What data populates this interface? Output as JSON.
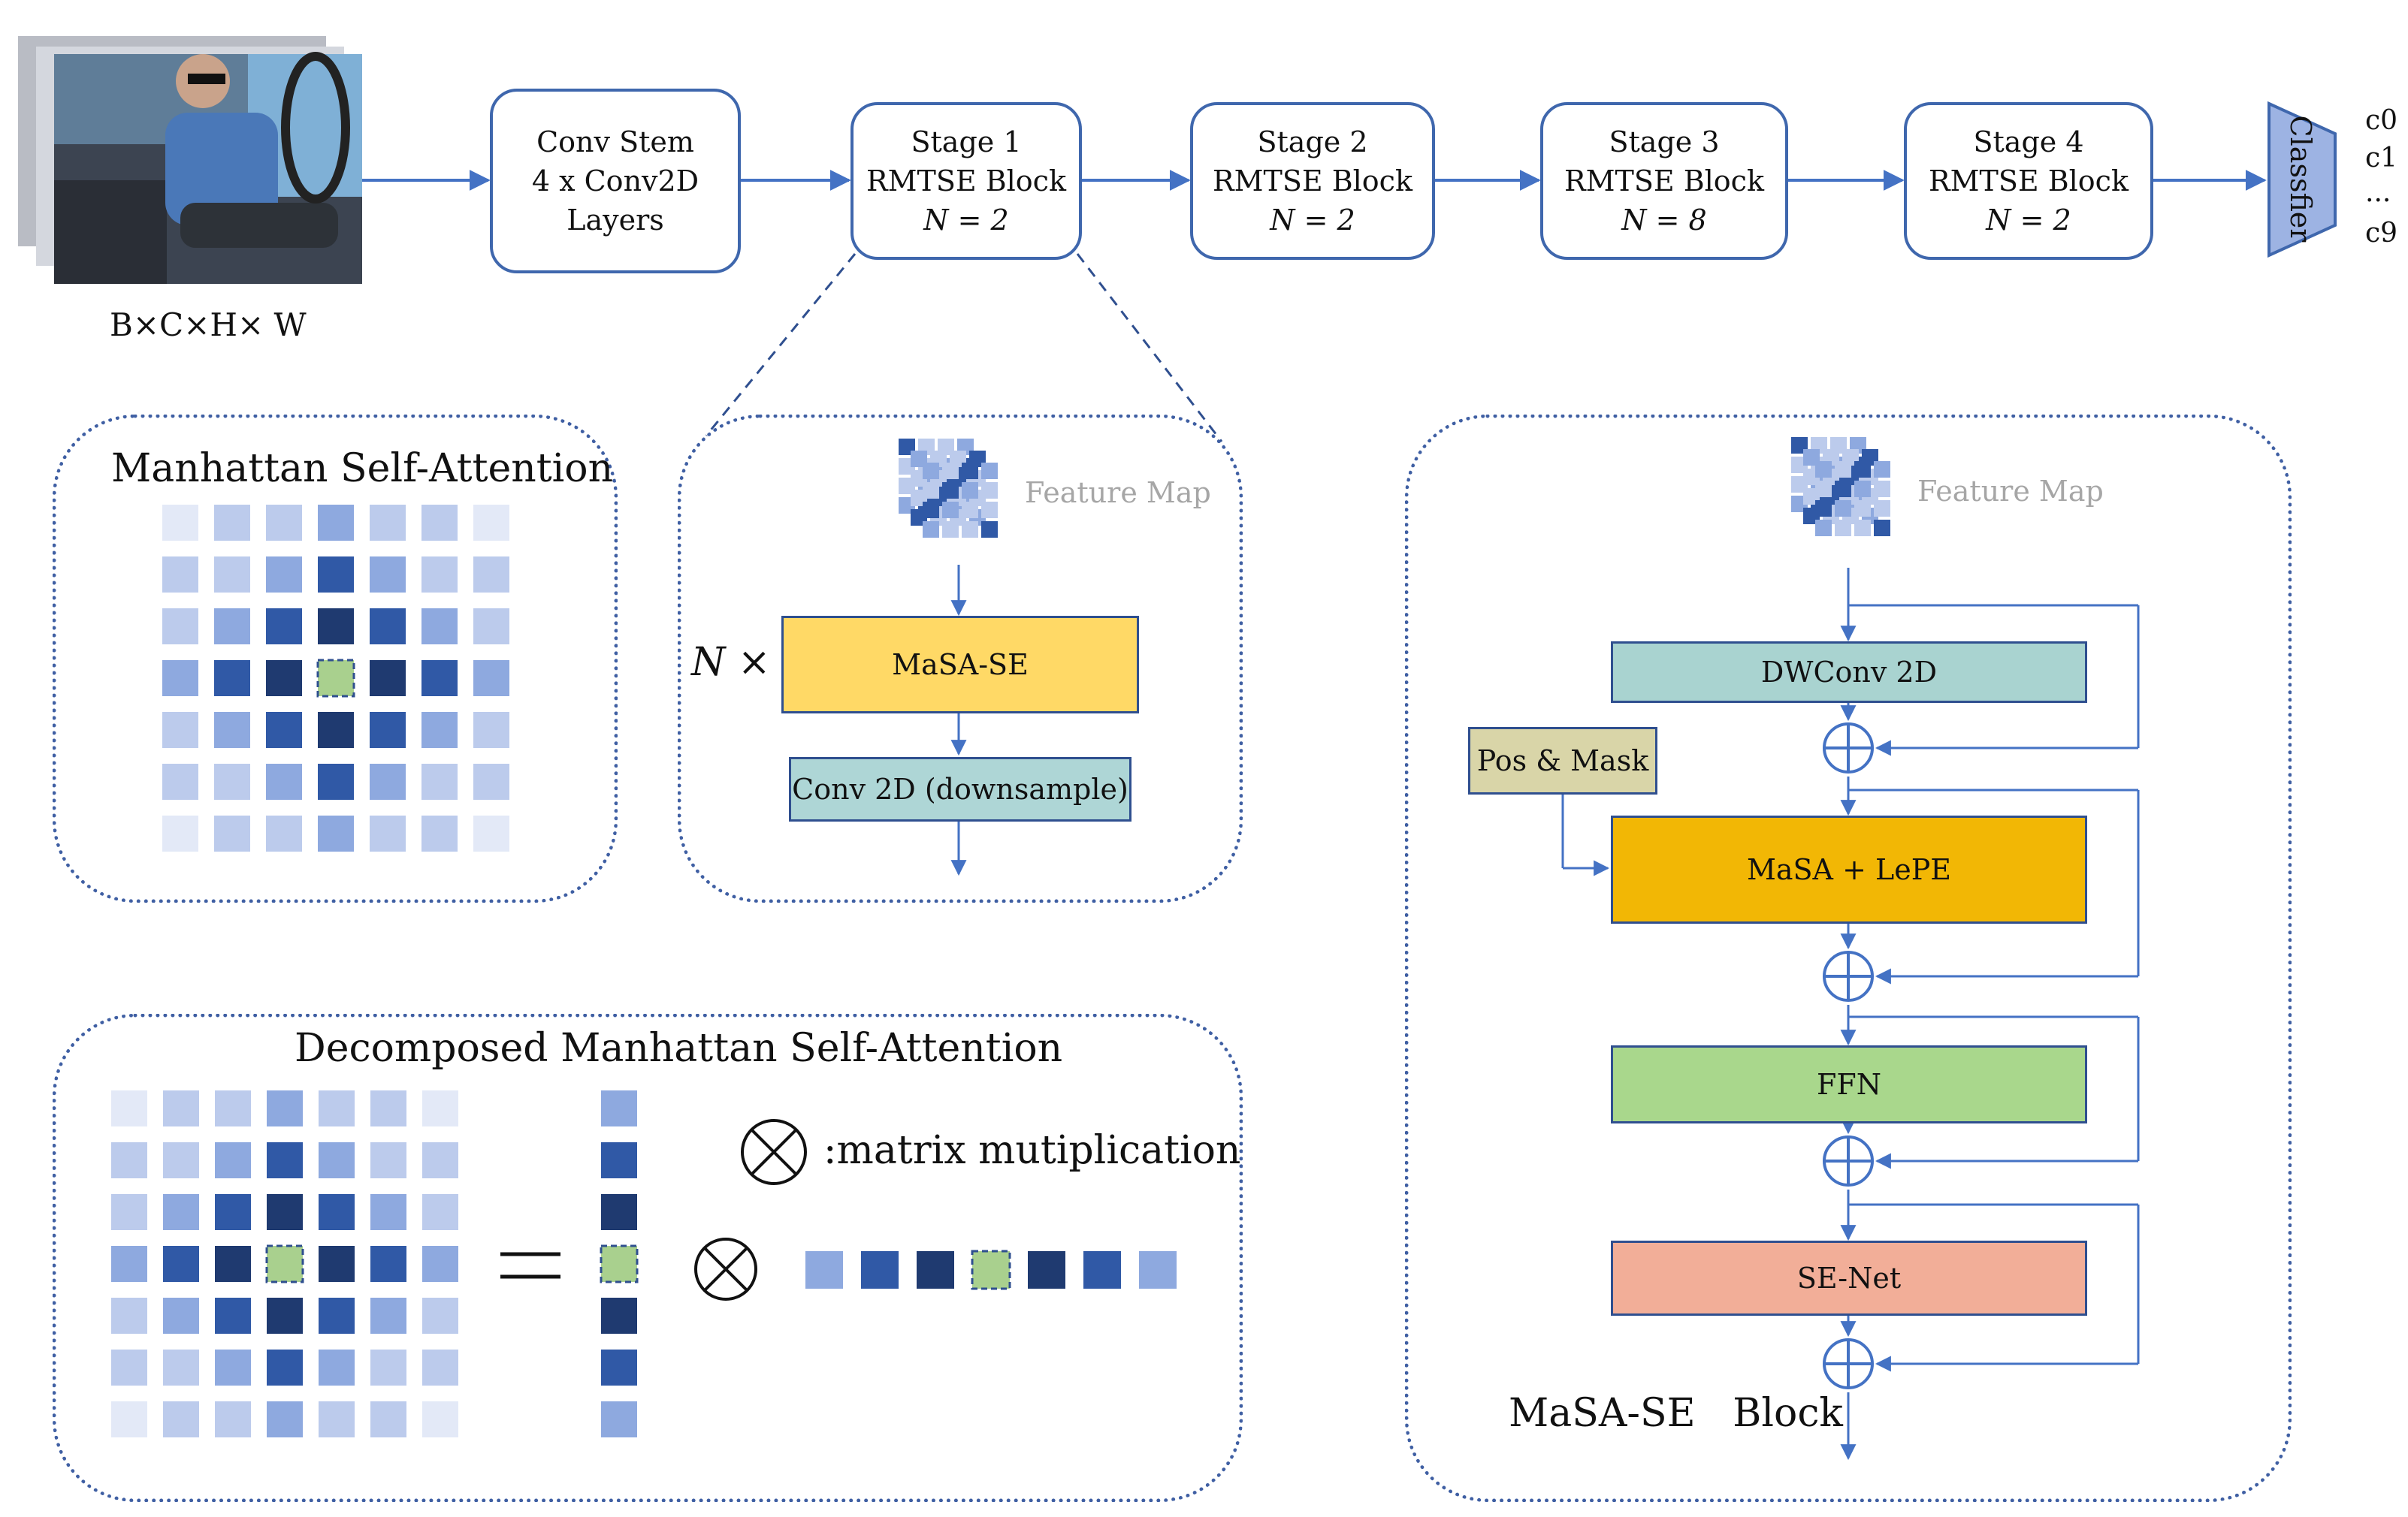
{
  "input": {
    "shape_label": "B×C×H× W"
  },
  "pipeline": [
    {
      "id": "stem",
      "line1": "Conv Stem",
      "line2": "4 x Conv2D",
      "line3": "Layers"
    },
    {
      "id": "stage1",
      "line1": "Stage 1",
      "line2": "RMTSE Block",
      "line3": "N = 2"
    },
    {
      "id": "stage2",
      "line1": "Stage 2",
      "line2": "RMTSE Block",
      "line3": "N = 2"
    },
    {
      "id": "stage3",
      "line1": "Stage 3",
      "line2": "RMTSE Block",
      "line3": "N = 8"
    },
    {
      "id": "stage4",
      "line1": "Stage 4",
      "line2": "RMTSE Block",
      "line3": "N = 2"
    }
  ],
  "classifier": {
    "label": "Classfier",
    "outputs": [
      "c0",
      "c1",
      "...",
      "c9"
    ]
  },
  "manhattan": {
    "title": "Manhattan Self-Attention"
  },
  "stage_detail": {
    "feature_map": "Feature Map",
    "repeat": "N ×",
    "masa_se": "MaSA-SE",
    "downsample": "Conv 2D (downsample)"
  },
  "decomposed": {
    "title": "Decomposed Manhattan Self-Attention",
    "legend": ":matrix mutiplication"
  },
  "masa_block": {
    "feature_map": "Feature Map",
    "dwconv": "DWConv 2D",
    "pos_mask": "Pos & Mask",
    "masa_lepe": "MaSA + LePE",
    "ffn": "FFN",
    "se_net": "SE-Net",
    "title": "MaSA-SE   Block"
  },
  "colors": {
    "line": "#4472c4",
    "dash": "#2f4f8f",
    "level": [
      "#e3e9f7",
      "#bccbec",
      "#8ea9df",
      "#3059a6",
      "#1f3a70"
    ],
    "center": "#a9d08e",
    "masa_se": "#ffd966",
    "masa_lepe": "#f2b705",
    "dwconv": "#a9d3d0",
    "downsample": "#aed6d6",
    "pos_mask": "#d9d5a8",
    "ffn": "#a9d78c",
    "se_net": "#f2ae98",
    "classifier": "#9db3e3"
  }
}
